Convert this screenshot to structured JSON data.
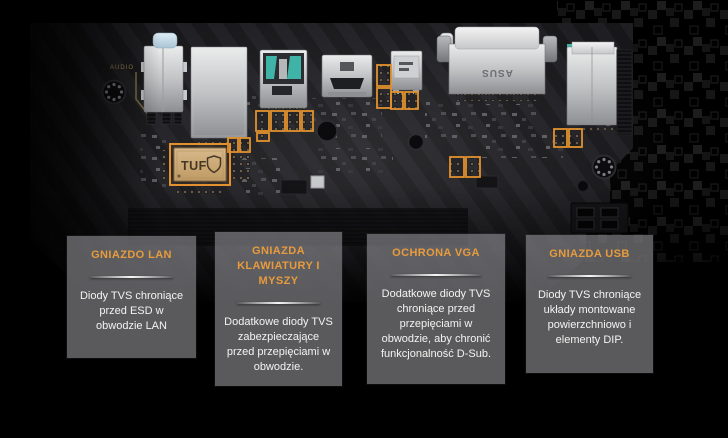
{
  "theme": {
    "accent_orange": "#E89B3C",
    "highlight_orange": "#E2912E",
    "usb_teal": "#3FB3A7",
    "card_gray": "#58585A"
  },
  "board": {
    "tuf_chip_label": "TUF",
    "shield_icon": "shield-outline",
    "audio_trace_label": "AUDIO",
    "dsub_brand_label": "ASUS"
  },
  "cards": [
    {
      "id": "lan",
      "title": "GNIAZDO LAN",
      "body": "Diody TVS chroniące\nprzed ESD w\nobwodzie LAN"
    },
    {
      "id": "keyboard-mouse",
      "title": "GNIAZDA\nKLAWIATURY I\nMYSZY",
      "body": "Dodatkowe diody TVS\nzabezpieczające\nprzed przepięciami w\nobwodzie."
    },
    {
      "id": "vga",
      "title": "OCHRONA VGA",
      "body": "Dodatkowe diody TVS\nchroniące przed\nprzepięciami w\nobwodzie, aby chronić\nfunkcjonalność D-Sub."
    },
    {
      "id": "usb",
      "title": "GNIAZDA USB",
      "body": "Diody TVS chroniące\nukłady montowane\npowierzchniowo i\nelementy DIP."
    }
  ]
}
